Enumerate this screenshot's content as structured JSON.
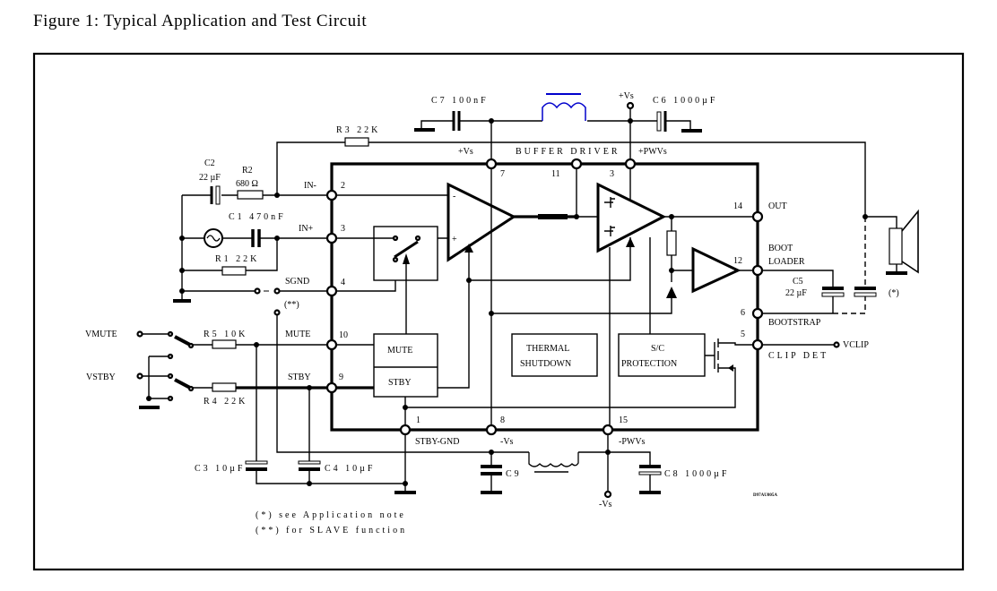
{
  "title": "Figure 1: Typical Application and Test Circuit",
  "labels": {
    "c7": "C7 100nF",
    "vs_top": "+Vs",
    "c6": "C6 1000µF",
    "r3": "R3 22K",
    "vs_pin7": "+Vs",
    "buffer_driver": "BUFFER DRIVER",
    "pwvs_pos": "+PWVs",
    "c2": "C2",
    "c2_val": "22 µF",
    "r2": "R2",
    "r2_val": "680 Ω",
    "c1": "C1 470nF",
    "in_minus": "IN-",
    "in_plus": "IN+",
    "r1": "R1 22K",
    "sgnd": "SGND",
    "slave_mark": "(**)",
    "vmute": "VMUTE",
    "vstby": "VSTBY",
    "r5": "R5 10K",
    "r4": "R4 22K",
    "mute": "MUTE",
    "stby": "STBY",
    "mute_block": "MUTE",
    "stby_block": "STBY",
    "thermal_1": "THERMAL",
    "thermal_2": "SHUTDOWN",
    "sc_1": "S/C",
    "sc_2": "PROTECTION",
    "out": "OUT",
    "boot_1": "BOOT",
    "boot_2": "LOADER",
    "c5": "C5",
    "c5_val": "22 µF",
    "app_mark": "(*)",
    "bootstrap": "BOOTSTRAP",
    "vclip": "VCLIP",
    "clip_det": "CLIP DET",
    "stby_gnd": "STBY-GND",
    "vs_neg": "-Vs",
    "pwvs_neg": "-PWVs",
    "c9": "C9",
    "c8": "C8 1000µF",
    "vs_neg_term": "-Vs",
    "c3": "C3 10µF",
    "c4": "C4 10µF",
    "drawing_code": "D97AU805A",
    "note1": "(*) see Application note",
    "note2": "(**) for SLAVE function"
  },
  "pins": {
    "p2": "2",
    "p3": "3",
    "p4": "4",
    "p10": "10",
    "p9": "9",
    "p7": "7",
    "p11": "11",
    "p3top": "3",
    "p14": "14",
    "p12": "12",
    "p6": "6",
    "p5": "5",
    "p1": "1",
    "p8": "8",
    "p15": "15"
  },
  "colors": {
    "inductor_top": "#0000cc",
    "ink": "#000000"
  }
}
